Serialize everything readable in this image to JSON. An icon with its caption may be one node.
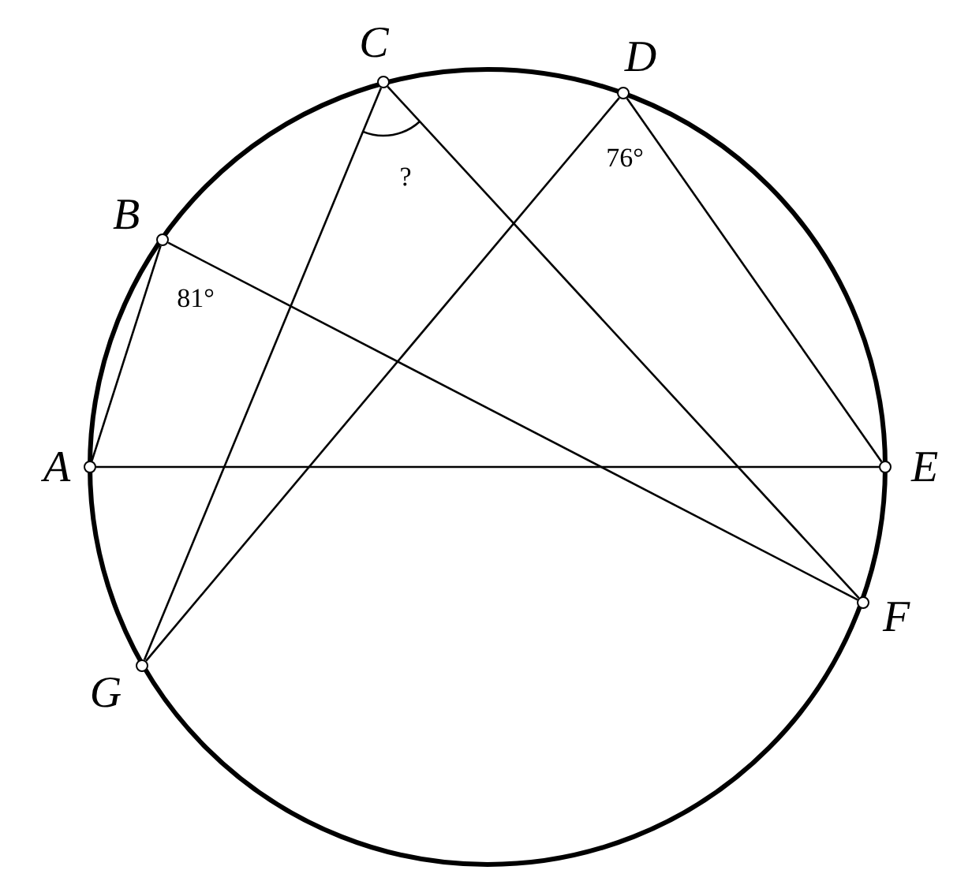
{
  "diagram": {
    "nodes": [
      {
        "text": [],
        "shape": "circle",
        "beside": [
          "A"
        ]
      },
      {
        "text": [],
        "shape": "circle",
        "beside": [
          "B"
        ]
      },
      {
        "text": [],
        "shape": "circle",
        "beside": [
          "C"
        ]
      },
      {
        "text": [],
        "shape": "circle",
        "beside": [
          "D"
        ]
      },
      {
        "text": [],
        "shape": "circle",
        "beside": [
          "E"
        ]
      },
      {
        "text": [],
        "shape": "circle",
        "beside": [
          "F"
        ]
      },
      {
        "text": [],
        "shape": "circle",
        "beside": [
          "G"
        ]
      }
    ],
    "edges": [
      {
        "from": 0,
        "to": 1,
        "arrow": "none"
      },
      {
        "from": 1,
        "to": 5,
        "arrow": "none"
      },
      {
        "from": 0,
        "to": 4,
        "arrow": "none"
      },
      {
        "from": 2,
        "to": 6,
        "arrow": "none"
      },
      {
        "from": 2,
        "to": 5,
        "arrow": "none"
      },
      {
        "from": 3,
        "to": 6,
        "arrow": "none"
      },
      {
        "from": 3,
        "to": 4,
        "arrow": "none"
      }
    ],
    "labels": [
      "81°",
      "?",
      "76°"
    ]
  }
}
